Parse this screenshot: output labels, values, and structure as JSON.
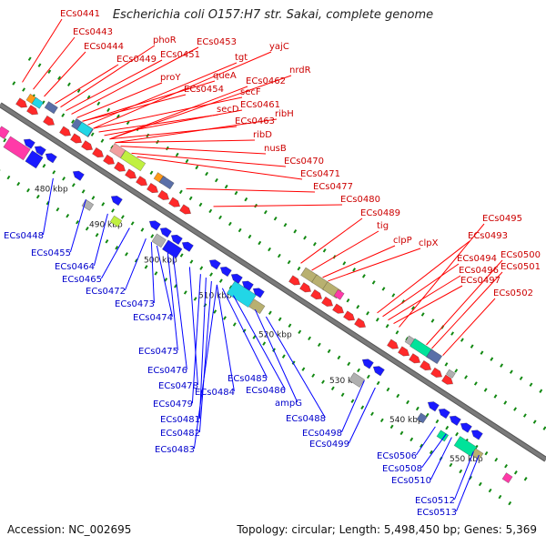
{
  "title": "Escherichia coli O157:H7 str. Sakai, complete genome",
  "footer": {
    "accession": "Accession: NC_002695",
    "summary": "Topology: circular; Length: 5,498,450 bp; Genes: 5,369"
  },
  "backbone_color": "#7a7a7a",
  "ticks": [
    {
      "label": "480 kbp",
      "t": 0.14
    },
    {
      "label": "490 kbp",
      "t": 0.24
    },
    {
      "label": "500 kbp",
      "t": 0.34
    },
    {
      "label": "510 kbp",
      "t": 0.44
    },
    {
      "label": "520 kbp",
      "t": 0.55
    },
    {
      "label": "530 kbp",
      "t": 0.68
    },
    {
      "label": "540 kbp",
      "t": 0.79
    },
    {
      "label": "550 kbp",
      "t": 0.9
    }
  ],
  "top_labels": [
    {
      "text": "ECs0441",
      "t": 0.01
    },
    {
      "text": "ECs0443",
      "t": 0.03
    },
    {
      "text": "ECs0444",
      "t": 0.05
    },
    {
      "text": "phoR",
      "t": 0.08
    },
    {
      "text": "ECs0449",
      "t": 0.07
    },
    {
      "text": "ECs0453",
      "t": 0.1
    },
    {
      "text": "ECs0451",
      "t": 0.09
    },
    {
      "text": "yajC",
      "t": 0.14
    },
    {
      "text": "tgt",
      "t": 0.13
    },
    {
      "text": "proY",
      "t": 0.11
    },
    {
      "text": "queA",
      "t": 0.12
    },
    {
      "text": "nrdR",
      "t": 0.17
    },
    {
      "text": "ECs0454",
      "t": 0.12
    },
    {
      "text": "ECs0462",
      "t": 0.17
    },
    {
      "text": "secF",
      "t": 0.14
    },
    {
      "text": "ECs0461",
      "t": 0.16
    },
    {
      "text": "secD",
      "t": 0.15
    },
    {
      "text": "ribH",
      "t": 0.18
    },
    {
      "text": "ECs0463",
      "t": 0.17
    },
    {
      "text": "ribD",
      "t": 0.18
    },
    {
      "text": "nusB",
      "t": 0.19
    },
    {
      "text": "ECs0470",
      "t": 0.21
    },
    {
      "text": "ECs0471",
      "t": 0.22
    },
    {
      "text": "ECs0477",
      "t": 0.31
    },
    {
      "text": "ECs0480",
      "t": 0.36
    },
    {
      "text": "ECs0489",
      "t": 0.52
    },
    {
      "text": "ECs0495",
      "t": 0.7
    },
    {
      "text": "tig",
      "t": 0.54
    },
    {
      "text": "ECs0493",
      "t": 0.66
    },
    {
      "text": "clpP",
      "t": 0.56
    },
    {
      "text": "clpX",
      "t": 0.57
    },
    {
      "text": "ECs0500",
      "t": 0.75
    },
    {
      "text": "ECs0494",
      "t": 0.67
    },
    {
      "text": "ECs0501",
      "t": 0.76
    },
    {
      "text": "ECs0496",
      "t": 0.68
    },
    {
      "text": "ECs0497",
      "t": 0.69
    },
    {
      "text": "ECs0502",
      "t": 0.78
    }
  ],
  "bottom_labels": [
    {
      "text": "ECs0448",
      "t": 0.13
    },
    {
      "text": "ECs0455",
      "t": 0.19
    },
    {
      "text": "ECs0464",
      "t": 0.23
    },
    {
      "text": "ECs0465",
      "t": 0.27
    },
    {
      "text": "ECs0472",
      "t": 0.3
    },
    {
      "text": "ECs0473",
      "t": 0.31
    },
    {
      "text": "ECs0474",
      "t": 0.32
    },
    {
      "text": "ECs0475",
      "t": 0.34
    },
    {
      "text": "ECs0476",
      "t": 0.35
    },
    {
      "text": "ECs0478",
      "t": 0.38
    },
    {
      "text": "ECs0479",
      "t": 0.4
    },
    {
      "text": "ECs0484",
      "t": 0.43
    },
    {
      "text": "ECs0485",
      "t": 0.44
    },
    {
      "text": "ECs0486",
      "t": 0.46
    },
    {
      "text": "ampG",
      "t": 0.5
    },
    {
      "text": "ECs0488",
      "t": 0.52
    },
    {
      "text": "ECs0481",
      "t": 0.41
    },
    {
      "text": "ECs0482",
      "t": 0.42
    },
    {
      "text": "ECs0483",
      "t": 0.43
    },
    {
      "text": "ECs0498",
      "t": 0.7
    },
    {
      "text": "ECs0499",
      "t": 0.72
    },
    {
      "text": "ECs0506",
      "t": 0.83
    },
    {
      "text": "ECs0508",
      "t": 0.85
    },
    {
      "text": "ECs0510",
      "t": 0.86
    },
    {
      "text": "ECs0512",
      "t": 0.9
    },
    {
      "text": "ECs0513",
      "t": 0.91
    }
  ],
  "feature_colors": {
    "forward": "#ff2a2a",
    "reverse": "#1a1aff",
    "pink": "#ff3aa8",
    "cyan": "#22d6e6",
    "green": "#00e39a",
    "olive": "#b8b070",
    "slate": "#5a6fa8",
    "gray": "#b0b0b0",
    "orange": "#ff9a1a",
    "lime": "#c0f040",
    "salmon": "#f0a0a0"
  }
}
